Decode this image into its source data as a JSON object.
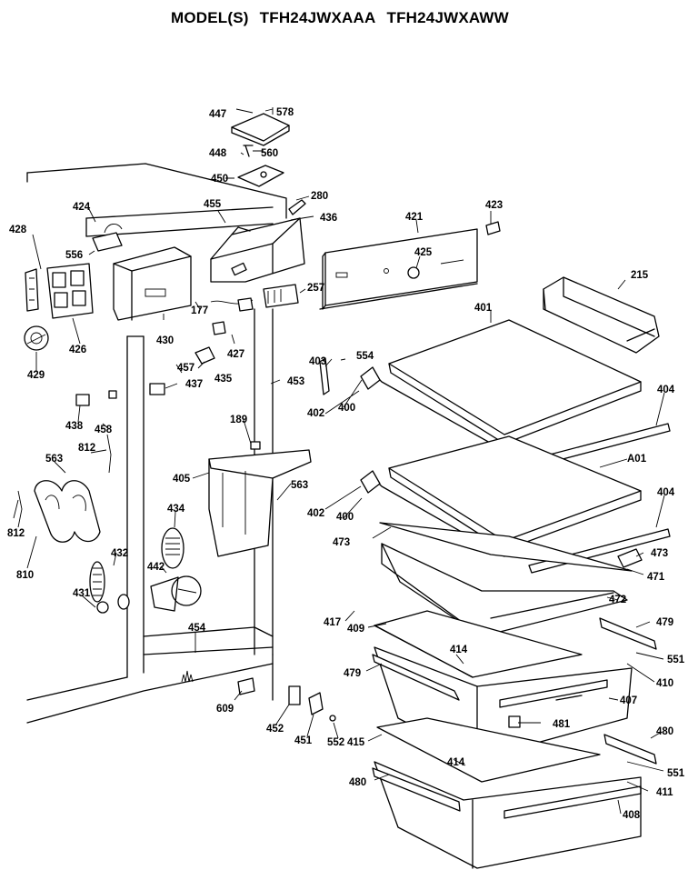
{
  "title": {
    "prefix": "MODEL(S)",
    "models": [
      "TFH24JWXAAA",
      "TFH24JWXAWW"
    ]
  },
  "labels": {
    "l447": "447",
    "l578": "578",
    "l448": "448",
    "l560": "560",
    "l450": "450",
    "l280": "280",
    "l455": "455",
    "l436": "436",
    "l421": "421",
    "l423": "423",
    "l424": "424",
    "l428": "428",
    "l556": "556",
    "l425": "425",
    "l215": "215",
    "l257": "257",
    "l177": "177",
    "l430": "430",
    "l426": "426",
    "l427": "427",
    "l429": "429",
    "l401a": "401",
    "l403": "403",
    "l554": "554",
    "l457": "457",
    "l435": "435",
    "l453": "453",
    "l437": "437",
    "l402a": "402",
    "l400a": "400",
    "l404a": "404",
    "l438": "438",
    "l458": "458",
    "l189": "189",
    "l812a": "812",
    "l563a": "563",
    "l405": "405",
    "l563b": "563",
    "l401b": "A01",
    "l812b": "812",
    "l810": "810",
    "l434": "434",
    "l402b": "402",
    "l400b": "400",
    "l404b": "404",
    "l473a": "473",
    "l473b": "473",
    "l471": "471",
    "l432": "432",
    "l442": "442",
    "l431": "431",
    "l472": "472",
    "l417": "417",
    "l479a": "479",
    "l454": "454",
    "l409": "409",
    "l414a": "414",
    "l551a": "551",
    "l479b": "479",
    "l410": "410",
    "l609": "609",
    "l407": "407",
    "l481": "481",
    "l452": "452",
    "l451": "451",
    "l552": "552",
    "l415": "415",
    "l480a": "480",
    "l414b": "414",
    "l551b": "551",
    "l480b": "480",
    "l411": "411",
    "l408": "408"
  }
}
